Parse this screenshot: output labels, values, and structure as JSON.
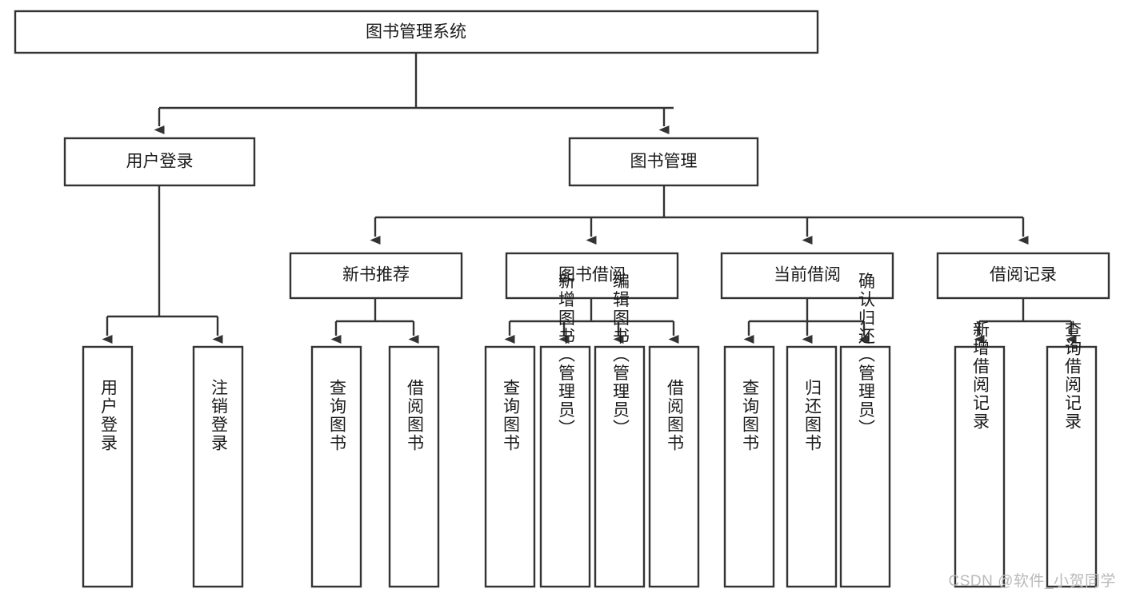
{
  "diagram": {
    "type": "tree",
    "title": "图书管理系统",
    "orientation": "top-down",
    "colors": {
      "box_stroke": "#333333",
      "box_fill": "#ffffff",
      "text": "#1a1a1a",
      "watermark": "#b9b9b9"
    },
    "levels": {
      "root": {
        "label": "图书管理系统"
      },
      "level1": [
        {
          "label": "用户登录"
        },
        {
          "label": "图书管理"
        }
      ],
      "level2": [
        {
          "label": "新书推荐"
        },
        {
          "label": "图书借阅"
        },
        {
          "label": "当前借阅"
        },
        {
          "label": "借阅记录"
        }
      ],
      "level3": [
        {
          "label": "用户登录",
          "parent": "用户登录"
        },
        {
          "label": "注销登录",
          "parent": "用户登录"
        },
        {
          "label": "查询图书",
          "parent": "新书推荐"
        },
        {
          "label": "借阅图书",
          "parent": "新书推荐"
        },
        {
          "label": "查询图书",
          "parent": "图书借阅"
        },
        {
          "label": "新增图书（管理员）",
          "parent": "图书借阅"
        },
        {
          "label": "编辑图书（管理员）",
          "parent": "图书借阅"
        },
        {
          "label": "借阅图书",
          "parent": "图书借阅"
        },
        {
          "label": "查询图书",
          "parent": "当前借阅"
        },
        {
          "label": "归还图书",
          "parent": "当前借阅"
        },
        {
          "label": "确认归还（管理员）",
          "parent": "当前借阅"
        },
        {
          "label": "新增借阅记录",
          "parent": "借阅记录"
        },
        {
          "label": "查询借阅记录",
          "parent": "借阅记录"
        }
      ]
    }
  },
  "watermark": {
    "text": "CSDN @软件_小贺同学"
  }
}
